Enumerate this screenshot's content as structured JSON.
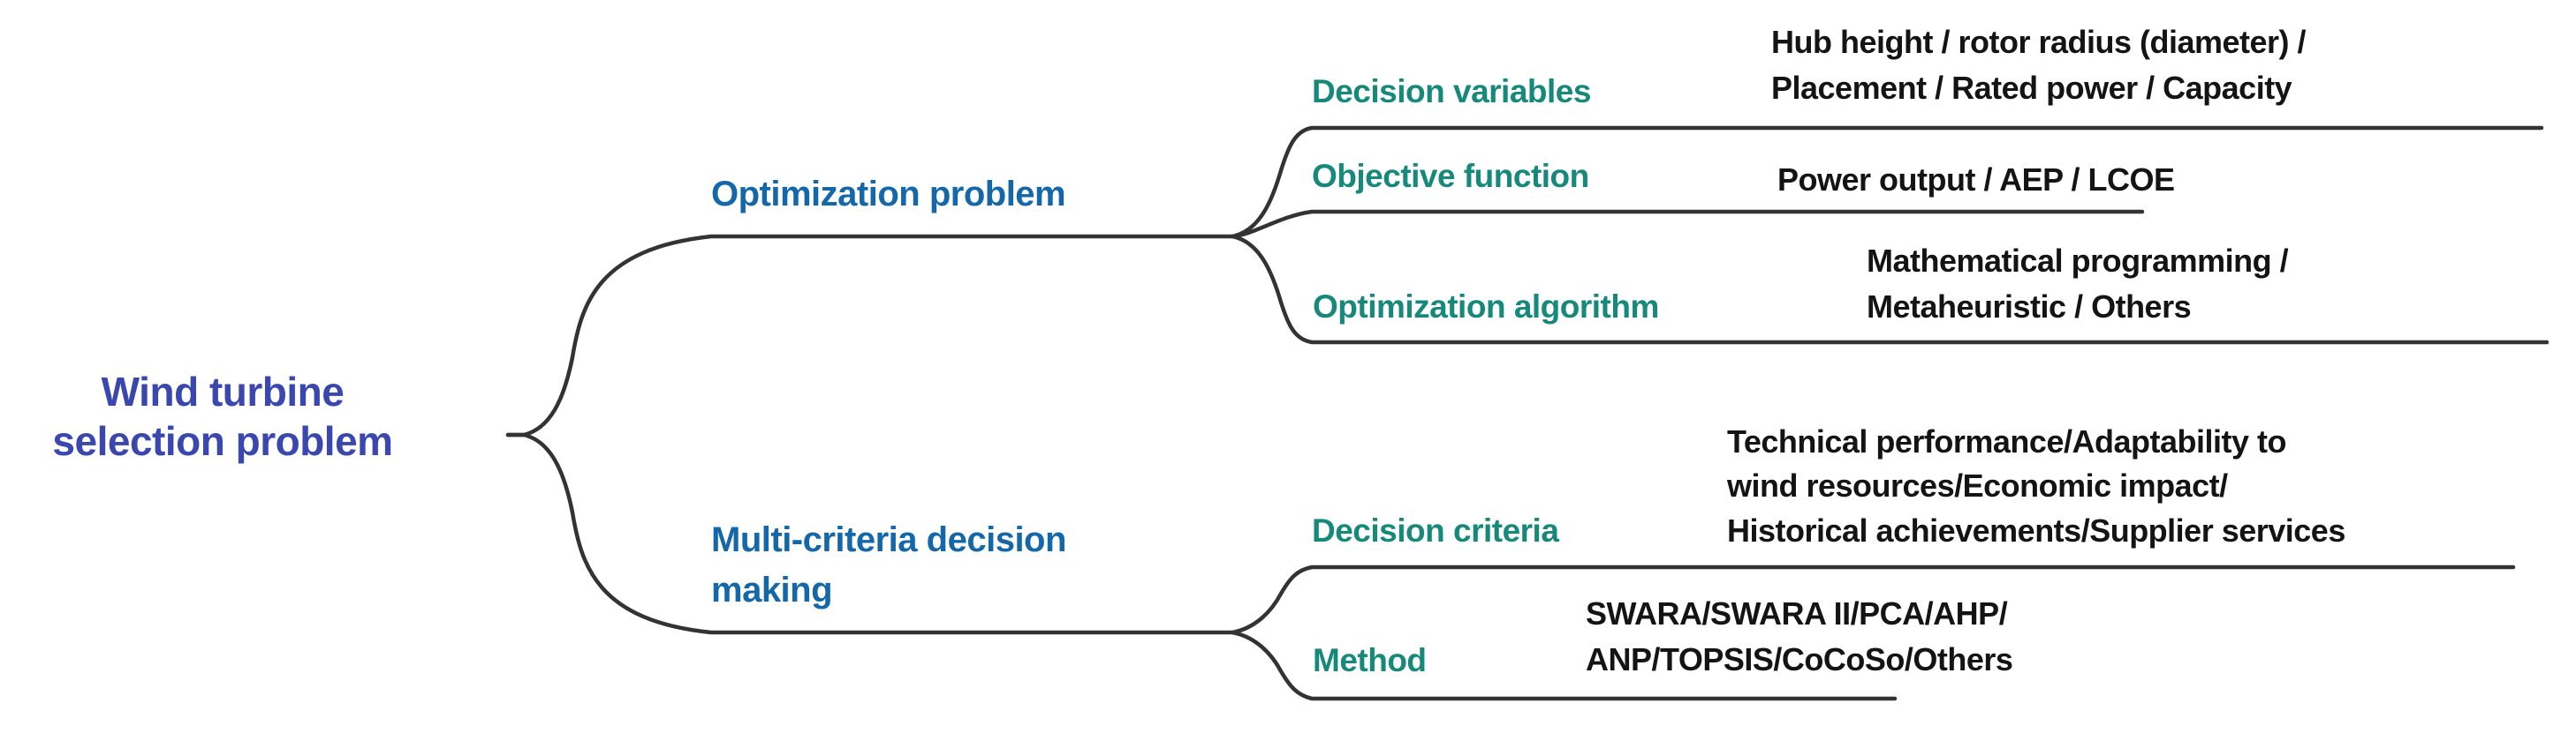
{
  "figure_type": "brace-tree-diagram",
  "colors": {
    "root_label": "#3a47ae",
    "branch_label": "#1467a8",
    "leaf_label": "#17897b",
    "value_text": "#141414",
    "line": "#333333"
  },
  "tree": {
    "root": {
      "label": "Wind turbine\nselection problem"
    },
    "branches": [
      {
        "label": "Optimization problem",
        "children": [
          {
            "label": "Decision variables",
            "value": "Hub height / rotor radius (diameter) /\nPlacement / Rated power / Capacity"
          },
          {
            "label": "Objective function",
            "value": "Power output / AEP / LCOE"
          },
          {
            "label": "Optimization algorithm",
            "value": "Mathematical programming /\nMetaheuristic / Others"
          }
        ]
      },
      {
        "label": "Multi-criteria decision\nmaking",
        "children": [
          {
            "label": "Decision criteria",
            "value": "Technical performance/Adaptability to\nwind resources/Economic impact/\nHistorical achievements/Supplier services"
          },
          {
            "label": "Method",
            "value": "SWARA/SWARA II/PCA/AHP/\nANP/TOPSIS/CoCoSo/Others"
          }
        ]
      }
    ]
  }
}
